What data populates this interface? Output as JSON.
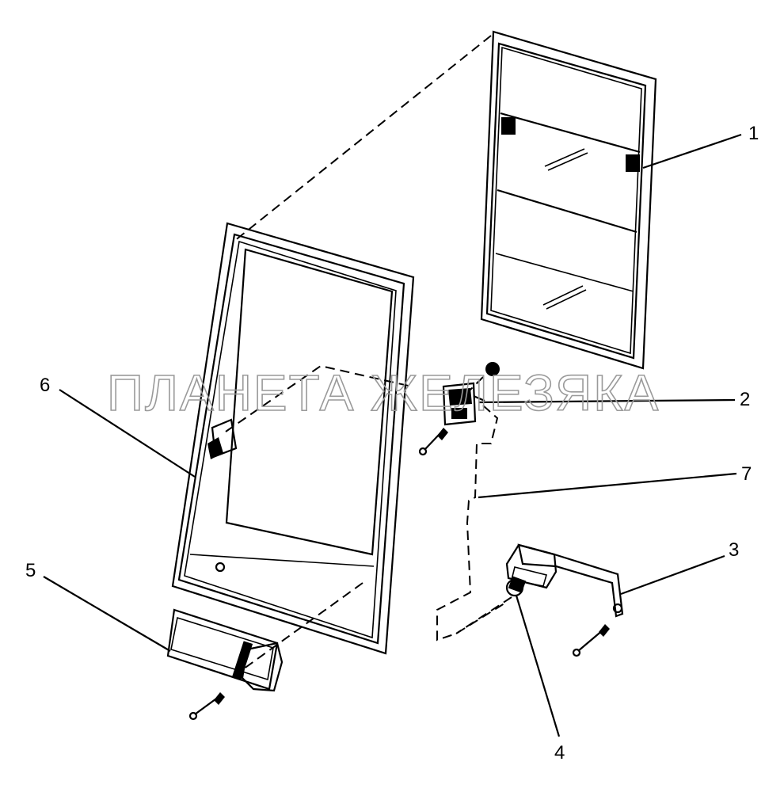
{
  "watermark": "ПЛАНЕТА ЖЕЛЕЗЯКА",
  "callouts": {
    "c1": "1",
    "c2": "2",
    "c3": "3",
    "c4": "4",
    "c5": "5",
    "c6": "6",
    "c7": "7"
  },
  "parts": {
    "glass_pane": "glass-pane",
    "switch": "switch",
    "bracket": "bracket",
    "connector": "connector",
    "lamp_cover": "lamp-cover",
    "door_frame": "door-frame",
    "wiring_harness": "wiring-harness"
  }
}
